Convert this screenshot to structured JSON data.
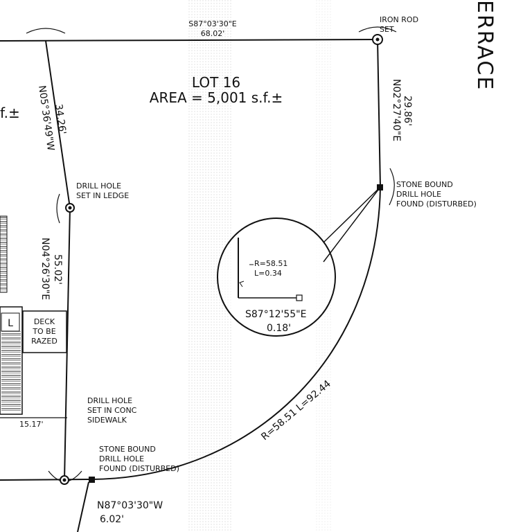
{
  "plat": {
    "street_name_partial": "ERRACE",
    "lot": {
      "name": "LOT 16",
      "area": "AREA = 5,001 s.f.±"
    },
    "bearings": {
      "top": {
        "bearing": "S87°03'30\"E",
        "distance": "68.02'"
      },
      "right_upper": {
        "bearing": "N02°27'40\"E",
        "distance": "29.86'"
      },
      "left_upper": {
        "bearing": "N05°36'49\"W",
        "distance": "34.26'"
      },
      "left_lower": {
        "bearing": "N04°26'30\"E",
        "distance": "55.02'"
      },
      "curve": {
        "label": "R=58.51  L=92.44"
      },
      "bottom": {
        "bearing": "N87°03'30\"W",
        "distance": "6.02'"
      }
    },
    "monuments": {
      "iron_rod": [
        "IRON ROD",
        "SET"
      ],
      "stone_bound_upper": [
        "STONE BOUND",
        "DRILL HOLE",
        "FOUND (DISTURBED)"
      ],
      "drill_hole_ledge": [
        "DRILL HOLE",
        "SET IN LEDGE"
      ],
      "drill_hole_sidewalk": [
        "DRILL HOLE",
        "SET IN CONC",
        "SIDEWALK"
      ],
      "stone_bound_lower": [
        "STONE BOUND",
        "DRILL HOLE",
        "FOUND (DISTURBED)"
      ]
    },
    "detail": {
      "radius": "R=58.51",
      "length": "L=0.34",
      "bearing": "S87°12'55\"E",
      "distance": "0.18'"
    },
    "adjacent": {
      "left_area_fragment": "f.±",
      "deck_label": [
        "DECK",
        "TO BE",
        "RAZED"
      ],
      "l_box": "L",
      "offset": "15.17'"
    }
  }
}
